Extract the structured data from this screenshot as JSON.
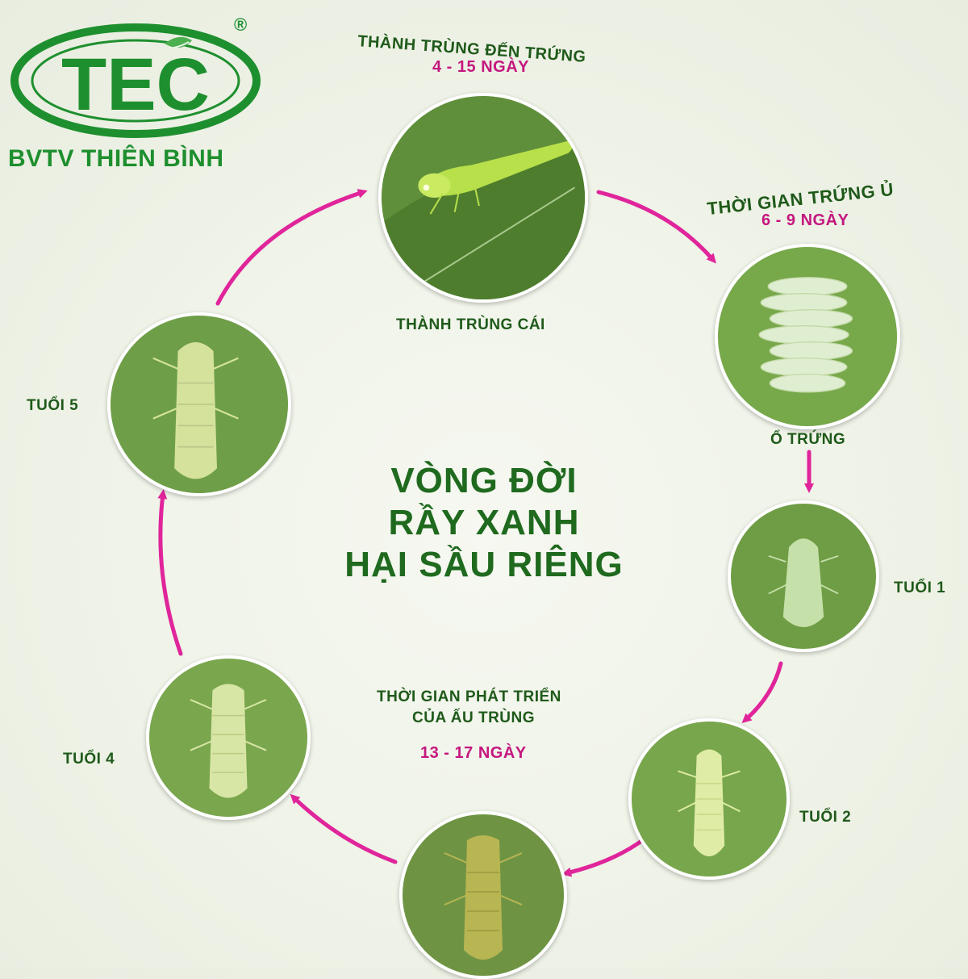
{
  "brand": {
    "logo_text": "TEC",
    "registered_mark": "®",
    "company_name": "BVTV THIÊN BÌNH",
    "colors": {
      "green": "#1e8f2e",
      "dark_green": "#1f5a1a",
      "magenta": "#e0259b"
    }
  },
  "title": {
    "line1": "VÒNG ĐỜI",
    "line2": "RẦY XANH",
    "line3": "HẠI SẦU RIÊNG"
  },
  "stages": {
    "adult": {
      "label": "THÀNH TRÙNG CÁI",
      "icon": "adult-leafhopper-photo"
    },
    "eggs": {
      "label": "Ổ TRỨNG",
      "icon": "egg-cluster-photo"
    },
    "instar1": {
      "label": "TUỔI 1",
      "icon": "nymph-photo"
    },
    "instar2": {
      "label": "TUỔI 2",
      "icon": "nymph-photo"
    },
    "instar3": {
      "label": "",
      "icon": "nymph-photo"
    },
    "instar4": {
      "label": "TUỔI 4",
      "icon": "nymph-photo"
    },
    "instar5": {
      "label": "TUỔI 5",
      "icon": "nymph-photo"
    }
  },
  "periods": {
    "adult_to_egg": {
      "title": "THÀNH TRÙNG ĐẾN TRỨNG",
      "duration": "4 - 15 NGÀY"
    },
    "incubation": {
      "title": "THỜI GIAN TRỨNG Ủ",
      "duration": "6 - 9 NGÀY"
    },
    "nymph_development": {
      "title_line1": "THỜI GIAN PHÁT TRIỂN",
      "title_line2": "CỦA ẤU TRÙNG",
      "duration": "13 - 17 NGÀY"
    }
  }
}
